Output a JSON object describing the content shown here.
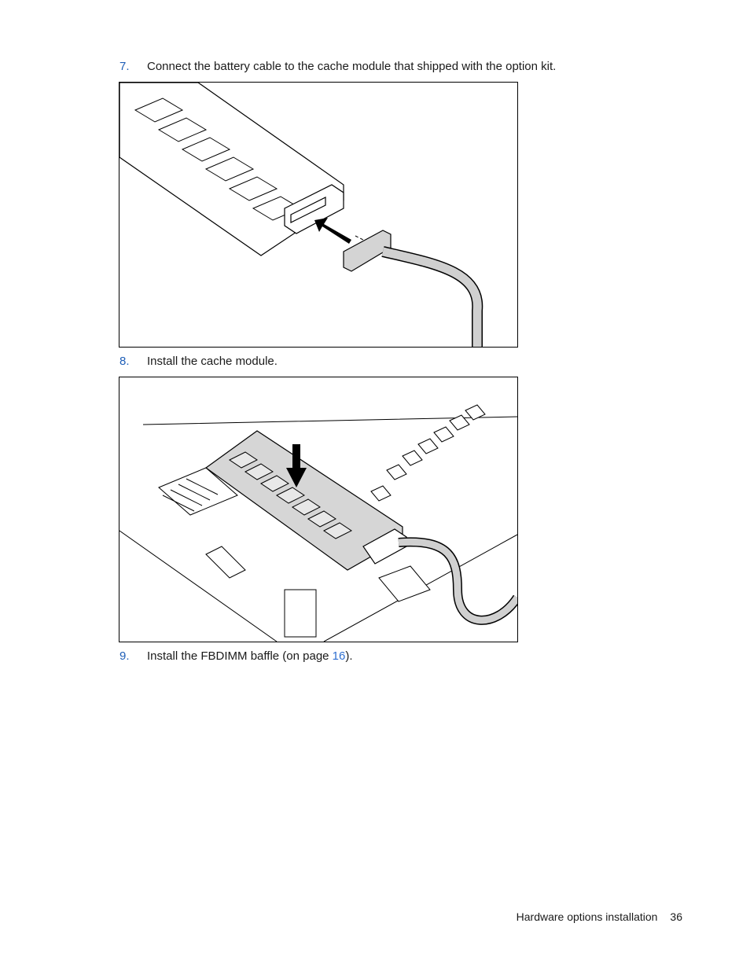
{
  "steps": [
    {
      "number": "7.",
      "text": "Connect the battery cable to the cache module that shipped with the option kit."
    },
    {
      "number": "8.",
      "text": "Install the cache module."
    },
    {
      "number": "9.",
      "text_before": "Install the FBDIMM baffle (on page ",
      "link": "16",
      "text_after": ")."
    }
  ],
  "footer": {
    "section": "Hardware options installation",
    "page": "36"
  },
  "colors": {
    "step_number": "#1f5fb8",
    "link": "#2f6fd0"
  }
}
